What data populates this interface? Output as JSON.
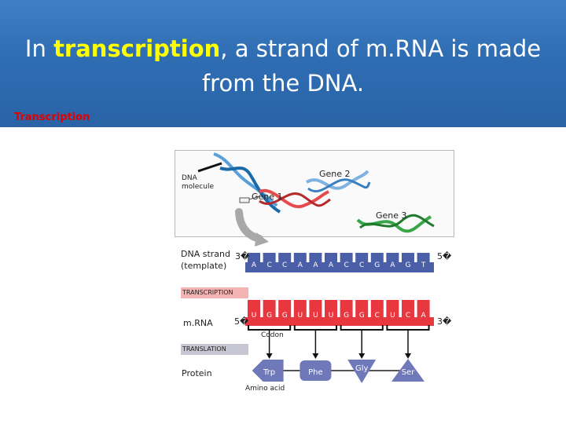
{
  "slide": {
    "title_pre": "In ",
    "title_highlight": "transcription",
    "title_post": ", a strand of m.RNA is made from the DNA.",
    "subtitle": "Transcription"
  },
  "figure": {
    "dna_molecule_label": "DNA molecule",
    "gene1": "Gene 1",
    "gene2": "Gene 2",
    "gene3": "Gene 3"
  },
  "process": {
    "dna_strand_label": "DNA strand (template)",
    "dna_left_end": "3�",
    "dna_right_end": "5�",
    "dna_bases": [
      "A",
      "C",
      "C",
      "A",
      "A",
      "A",
      "C",
      "C",
      "G",
      "A",
      "G",
      "T"
    ],
    "transcription_tag": "TRANSCRIPTION",
    "mrna_label": "m.RNA",
    "mrna_left_end": "5�",
    "mrna_right_end": "3�",
    "mrna_bases": [
      "U",
      "G",
      "G",
      "U",
      "U",
      "U",
      "G",
      "G",
      "C",
      "U",
      "C",
      "A"
    ],
    "codon_label": "Codon",
    "translation_tag": "TRANSLATION",
    "protein_label": "Protein",
    "amino_acids": [
      "Trp",
      "Phe",
      "Gly",
      "Ser"
    ],
    "amino_acid_label": "Amino acid"
  },
  "colors": {
    "header": "#2f6db3",
    "title_highlight": "#ffff00",
    "subtitle": "#e00000",
    "dna_strand": "#4a5fa8",
    "mrna_strand": "#e8373f",
    "amino_acid": "#6f78b8"
  }
}
